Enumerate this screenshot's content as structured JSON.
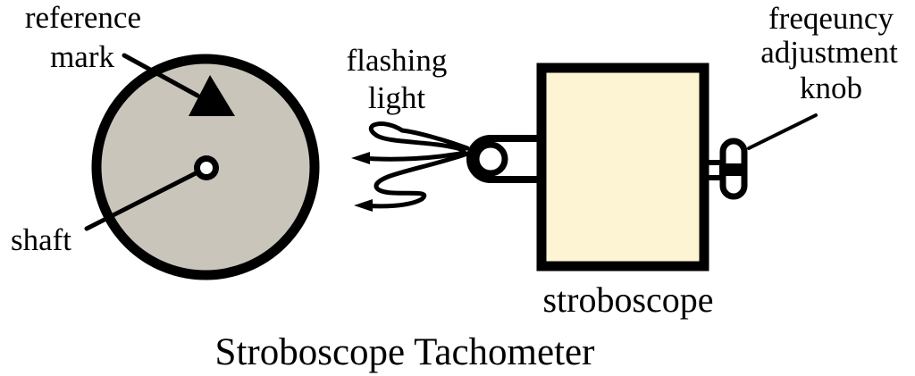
{
  "diagram": {
    "title": "Stroboscope Tachometer",
    "labels": {
      "reference_mark": [
        "reference",
        "mark"
      ],
      "shaft": "shaft",
      "flashing_light": [
        "flashing",
        "light"
      ],
      "frequency_knob": [
        "freqeuncy",
        "adjustment",
        "knob"
      ],
      "stroboscope": "stroboscope"
    },
    "colors": {
      "background": "#ffffff",
      "disk_fill": "#c9c5bb",
      "stroboscope_fill": "#fdf4d3",
      "line": "#000000",
      "lamp_fill": "#ffffff"
    }
  }
}
